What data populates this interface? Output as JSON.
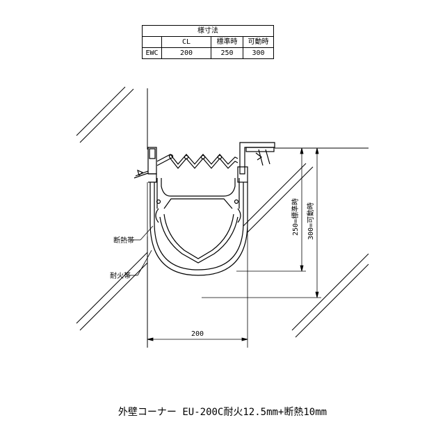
{
  "table": {
    "title": "様寸法",
    "headers": [
      "CL",
      "標準時",
      "可動時"
    ],
    "rows": [
      {
        "label": "EWC",
        "cl": "200",
        "standard": "250",
        "movable": "300"
      }
    ]
  },
  "labels": {
    "insulation_tape": "断熱帯",
    "fireproof_tape": "耐火帯"
  },
  "dimensions": {
    "width": "200",
    "standard": "250=標準時",
    "movable": "300=可動時"
  },
  "caption": "外壁コーナー EU-200C耐火12.5mm+断熱10mm"
}
